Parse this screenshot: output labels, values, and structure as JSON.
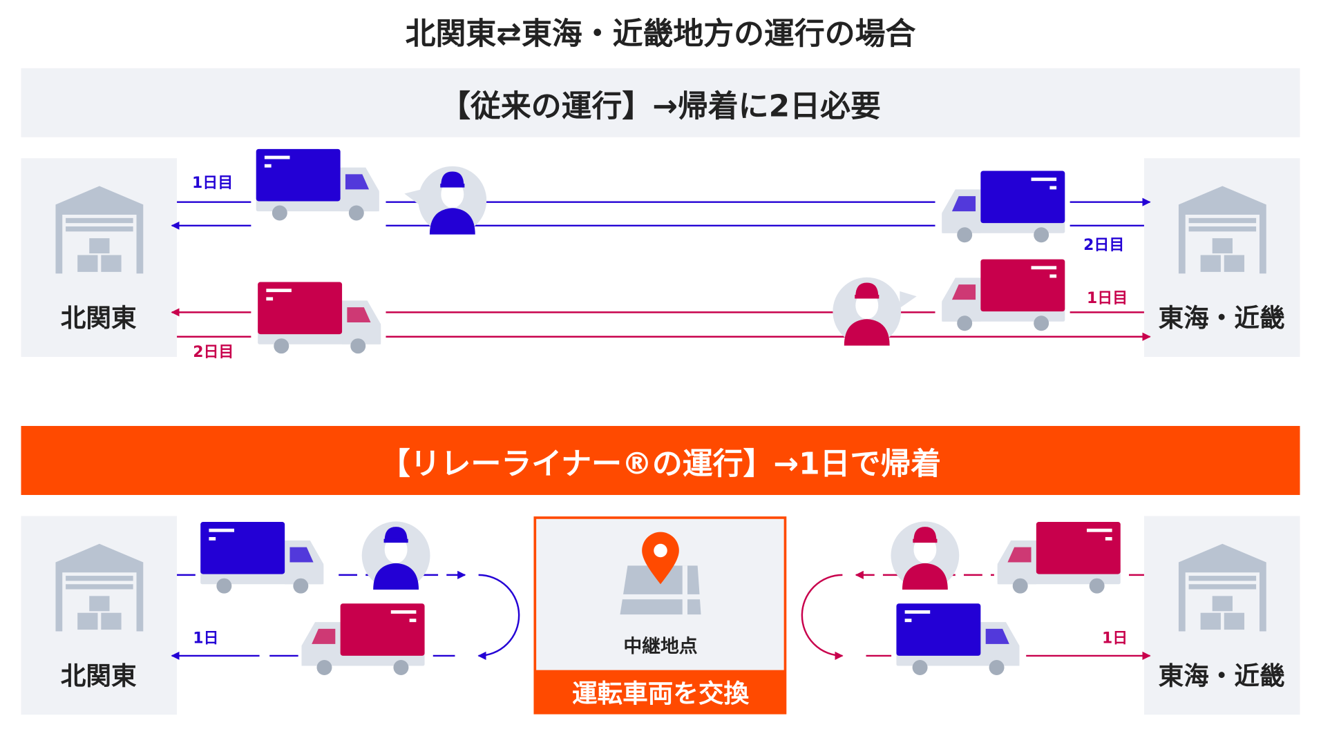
{
  "title": "北関東⇄東海・近畿地方の運行の場合",
  "conventional": {
    "header": "【従来の運行】→帰着に2日必要",
    "left_location": "北関東",
    "right_location": "東海・近畿",
    "blue_day1": "1日目",
    "blue_day2": "2日目",
    "red_day1": "1日目",
    "red_day2": "2日目"
  },
  "relay": {
    "header": "【リレーライナー®の運行】→1日で帰着",
    "left_location": "北関東",
    "right_location": "東海・近畿",
    "left_day": "1日",
    "right_day": "1日",
    "relay_point": "中継地点",
    "swap_label": "運転車両を交換"
  },
  "colors": {
    "blue": "#2300d5",
    "red": "#c8004c",
    "orange": "#ff4a00",
    "panel": "#f0f2f6",
    "gray": "#b9c3d1"
  }
}
